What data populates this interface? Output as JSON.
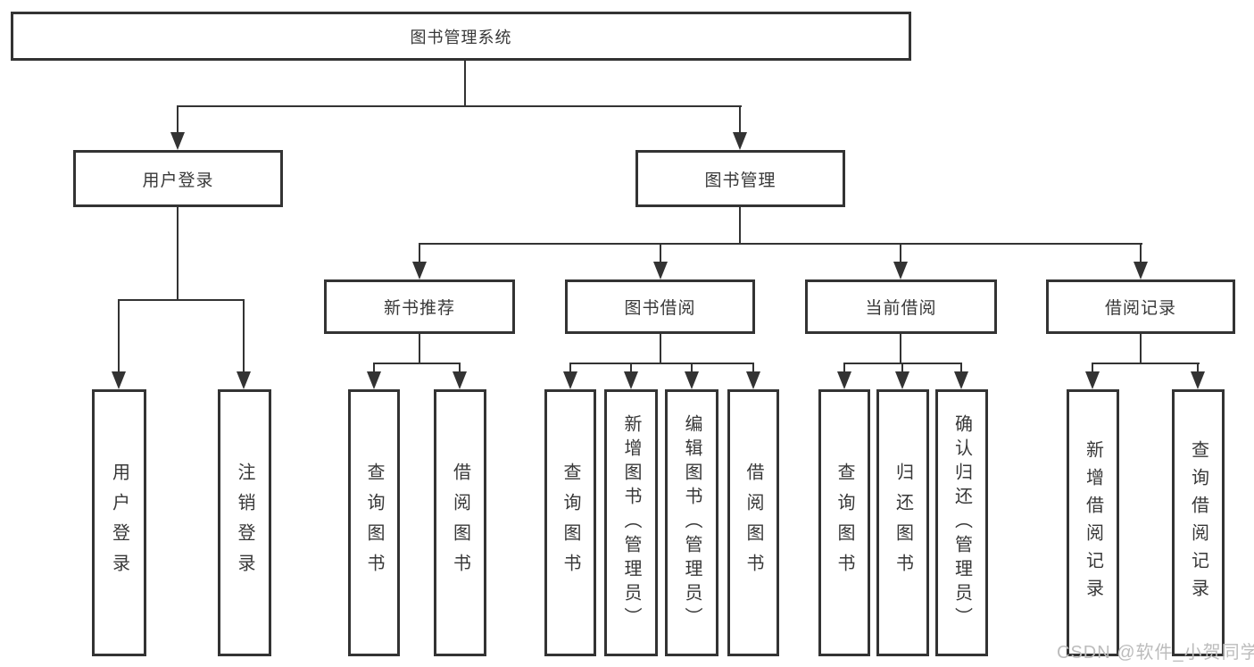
{
  "tree": {
    "root": "图书管理系统",
    "branches": [
      {
        "label": "用户登录",
        "children": [
          "用户登录",
          "注销登录"
        ]
      },
      {
        "label": "图书管理",
        "groups": [
          {
            "label": "新书推荐",
            "children": [
              "查询图书",
              "借阅图书"
            ]
          },
          {
            "label": "图书借阅",
            "children": [
              "查询图书",
              "新增图书（管理员）",
              "编辑图书（管理员）",
              "借阅图书"
            ]
          },
          {
            "label": "当前借阅",
            "children": [
              "查询图书",
              "归还图书",
              "确认归还（管理员）"
            ]
          },
          {
            "label": "借阅记录",
            "children": [
              "新增借阅记录",
              "查询借阅记录"
            ]
          }
        ]
      }
    ]
  },
  "watermark": {
    "text": "CSDN @软件_小贺同学"
  },
  "colors": {
    "line": "#333333",
    "text": "#383838",
    "watermark": "#bcbcbc",
    "background": "#ffffff"
  }
}
